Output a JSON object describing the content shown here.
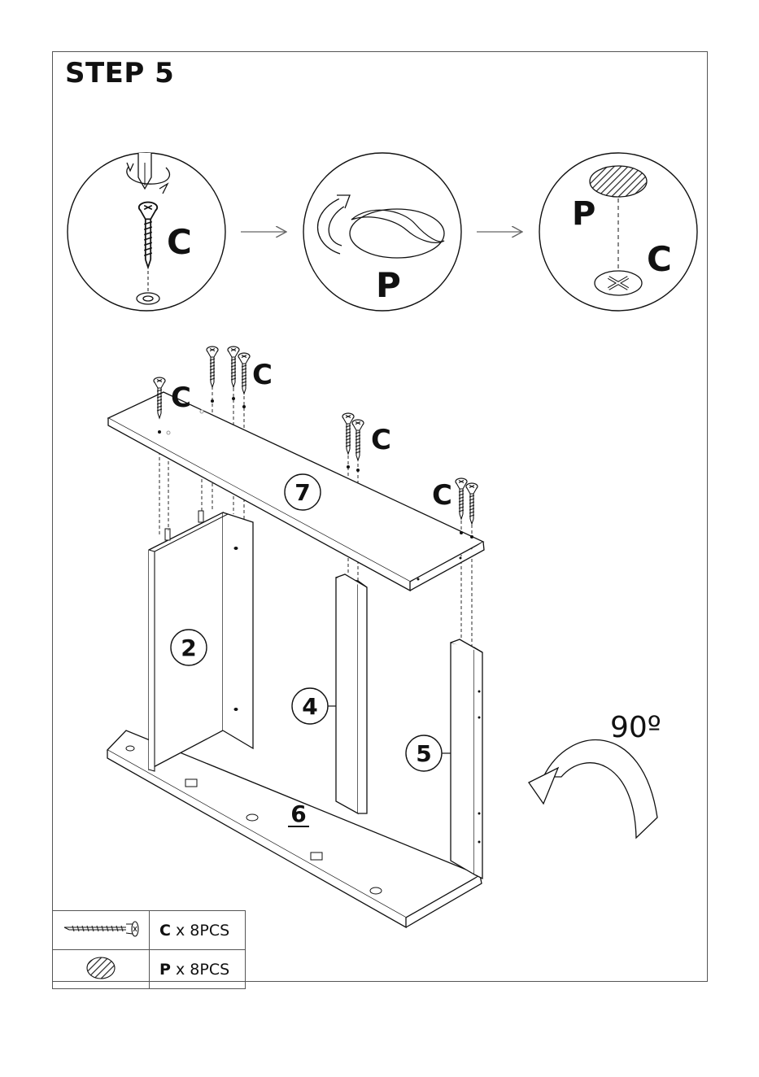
{
  "step": {
    "title": "STEP 5"
  },
  "detail": {
    "screw_label": "C",
    "cap_label": "P",
    "result_cap_label": "P",
    "result_screw_label": "C"
  },
  "assembly": {
    "screw_labels": [
      "C",
      "C",
      "C",
      "C"
    ],
    "parts": {
      "top_panel": "7",
      "left_side": "2",
      "middle_divider": "4",
      "right_side": "5",
      "bottom_panel": "6"
    },
    "rotation": "90º"
  },
  "legend": [
    {
      "code": "C",
      "qty": "x 8PCS",
      "icon": "screw-icon"
    },
    {
      "code": "P",
      "qty": "x 8PCS",
      "icon": "cap-icon"
    }
  ]
}
